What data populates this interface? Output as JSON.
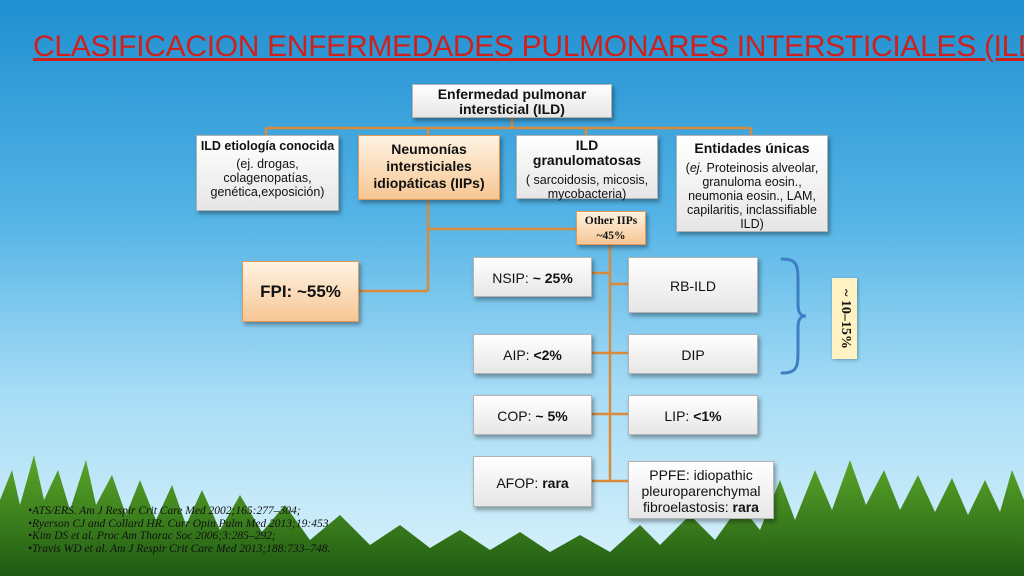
{
  "title": "CLASIFICACION ENFERMEDADES PULMONARES INTERSTICIALES (ILD)",
  "root": {
    "line1": "Enfermedad pulmonar",
    "line2": "intersticial (ILD)"
  },
  "categories": {
    "known": {
      "title": "ILD  etiología conocida",
      "desc": "(ej. drogas, colagenopatías, genética,exposición)"
    },
    "iips": {
      "line1": "Neumonías",
      "line2": "intersticiales",
      "line3": "idiopáticas (IIPs)"
    },
    "granulomatous": {
      "title": "ILD granulomatosas",
      "desc": "( sarcoidosis, micosis, mycobacteria)"
    },
    "unique": {
      "title": "Entidades únicas",
      "desc_prefix": "(",
      "desc_ej": "ej.",
      "desc_rest": " Proteinosis alveolar, granuloma eosin., neumonia eosin., LAM, capilaritis, inclassifiable ILD)"
    }
  },
  "fpi": {
    "label": "FPI:",
    "value": "~55%"
  },
  "other_iips": {
    "label": "Other IIPs",
    "value": "~45%"
  },
  "left_column": [
    {
      "label": "NSIP: ",
      "value": "~ 25%"
    },
    {
      "label": "AIP: ",
      "value": "<2%"
    },
    {
      "label": "COP: ",
      "value": "~ 5%"
    },
    {
      "label": "AFOP: ",
      "value": "rara"
    }
  ],
  "right_column": {
    "rb_ild": "RB-ILD",
    "dip": "DIP",
    "lip_label": "LIP: ",
    "lip_value": "<1%",
    "ppfe_line1": "PPFE: idiopathic",
    "ppfe_line2": "pleuroparenchymal",
    "ppfe_line3_text": "fibroelastosis: ",
    "ppfe_line3_value": "rara"
  },
  "bracket_value": "~ 10–15%",
  "references": [
    "•ATS/ERS. Am J Respir Crit Care Med 2002;165:277–304;",
    "•Ryerson CJ and Collard HR. Curr Opin Pulm Med 2013;19:453",
    "•Kim DS et al. Proc Am Thorac Soc 2006;3:285–292;",
    "•Travis WD et al. Am J Respir Crit Care Med 2013;188:733–748."
  ],
  "colors": {
    "title": "#d0201b",
    "connector": "#d98a3a",
    "bracket": "#3d7fc2",
    "highlight": "#f6c694"
  }
}
